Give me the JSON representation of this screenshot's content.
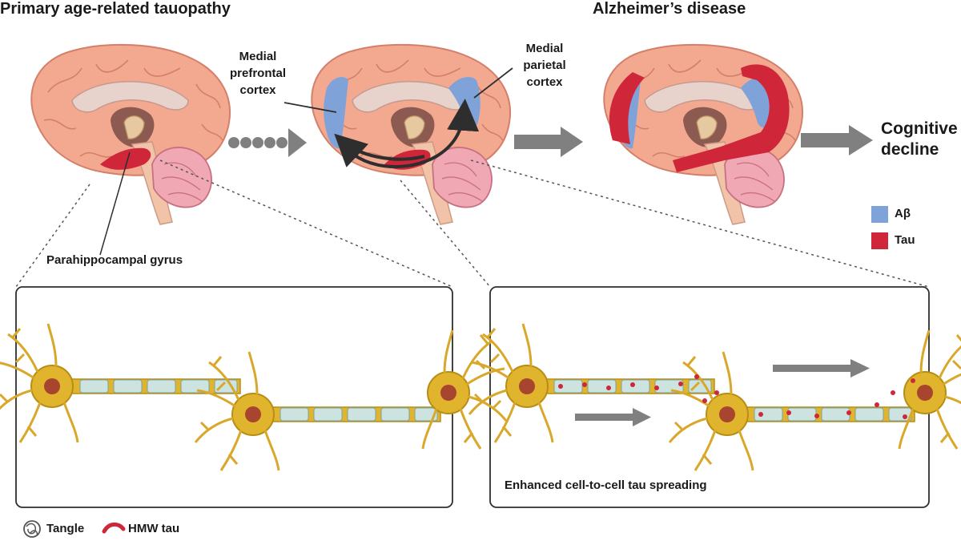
{
  "titles": {
    "left": "Primary age-related tauopathy",
    "right": "Alzheimer’s disease"
  },
  "labels": {
    "medial_prefrontal": [
      "Medial",
      "prefrontal",
      "cortex"
    ],
    "medial_parietal": [
      "Medial",
      "parietal",
      "cortex"
    ],
    "parahippocampal": "Parahippocampal gyrus",
    "cognitive": [
      "Cognitive",
      "decline"
    ],
    "spreading": "Enhanced cell-to-cell tau spreading"
  },
  "legend_right": [
    {
      "label": "Aβ",
      "color": "#7fa3d9"
    },
    {
      "label": "Tau",
      "color": "#d0263a"
    }
  ],
  "legend_bottom": {
    "tangle": "Tangle",
    "hmw_tau": "HMW tau"
  },
  "colors": {
    "brain": "#f2a990",
    "brain_outline": "#d47f69",
    "abeta": "#7fa3d9",
    "tau": "#d0263a",
    "cerebellum": "#f0a8b4",
    "neuron": "#e0b52d",
    "arrow": "#808080"
  }
}
